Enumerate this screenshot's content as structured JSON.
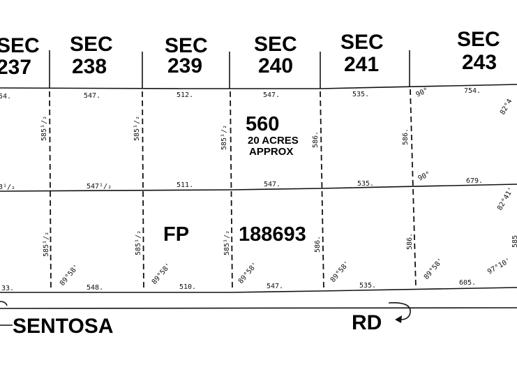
{
  "sections": [
    {
      "id": "237",
      "line1": "SEC",
      "line2": "237"
    },
    {
      "id": "238",
      "line1": "SEC",
      "line2": "238"
    },
    {
      "id": "239",
      "line1": "SEC",
      "line2": "239"
    },
    {
      "id": "240",
      "line1": "SEC",
      "line2": "240"
    },
    {
      "id": "241",
      "line1": "SEC",
      "line2": "241"
    },
    {
      "id": "243",
      "line1": "SEC",
      "line2": "243"
    }
  ],
  "lot": {
    "number": "560",
    "area": "20 ACRES",
    "qualifier": "APPROX"
  },
  "plan": {
    "prefix": "FP",
    "number": "188693"
  },
  "road": {
    "name_left": "SENTOSA",
    "name_right": "RD"
  },
  "dimensions": {
    "top_row": [
      "54.",
      "547.",
      "512.",
      "547.",
      "535.",
      "754."
    ],
    "middle_row": [
      "3¹/₂",
      "547¹/₂",
      "511.",
      "547.",
      "535.",
      "679."
    ],
    "bottom_row": [
      "33.",
      "548.",
      "510.",
      "547.",
      "535.",
      "605."
    ],
    "vertical_upper": [
      "585¹/₂",
      "585¹/₂",
      "585¹/₂",
      "586.",
      "586."
    ],
    "vertical_lower": [
      "585¹/₂",
      "585¹/₂",
      "585¹/₂",
      "586.",
      "586."
    ],
    "right_upper": "82°4",
    "right_lower": "82°41'",
    "right_edge": "585",
    "right_bottom": "97°10'",
    "angle_90_top": "90°",
    "angle_90_mid": "90°"
  },
  "angles": [
    "89°58'",
    "89°58'",
    "89°58'",
    "89°58'",
    "89°58'"
  ]
}
